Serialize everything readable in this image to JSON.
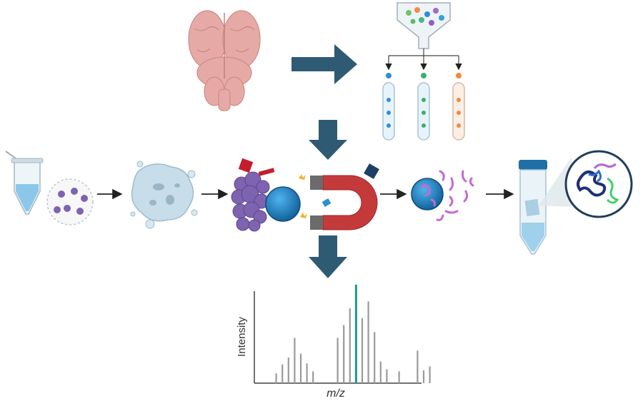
{
  "figure": {
    "spectrum": {
      "ylabel": "Intensity",
      "xlabel": "m/z",
      "peaks": [
        {
          "x": 1,
          "h": 0.1
        },
        {
          "x": 2,
          "h": 0.19
        },
        {
          "x": 3,
          "h": 0.26
        },
        {
          "x": 4,
          "h": 0.46
        },
        {
          "x": 5,
          "h": 0.3
        },
        {
          "x": 6,
          "h": 0.2
        },
        {
          "x": 7,
          "h": 0.12
        },
        {
          "x": 11,
          "h": 0.46
        },
        {
          "x": 12,
          "h": 0.59
        },
        {
          "x": 13,
          "h": 0.76
        },
        {
          "x": 14,
          "h": 1.0,
          "highlight": true
        },
        {
          "x": 15,
          "h": 0.66
        },
        {
          "x": 16,
          "h": 0.83
        },
        {
          "x": 17,
          "h": 0.52
        },
        {
          "x": 18,
          "h": 0.22
        },
        {
          "x": 19,
          "h": 0.14
        },
        {
          "x": 21,
          "h": 0.12
        },
        {
          "x": 24,
          "h": 0.33
        },
        {
          "x": 25,
          "h": 0.13
        },
        {
          "x": 26,
          "h": 0.17
        }
      ]
    },
    "colors": {
      "arrow": "#2f5a74",
      "highlight_peak": "#1a9c8c",
      "peak": "#9a9a9a",
      "brain": "#e6aaa6",
      "bead": "#1f83c8",
      "protein": "#7e63b0",
      "magnet_red": "#c43a3a",
      "magnet_grey": "#6b6b6b"
    }
  }
}
